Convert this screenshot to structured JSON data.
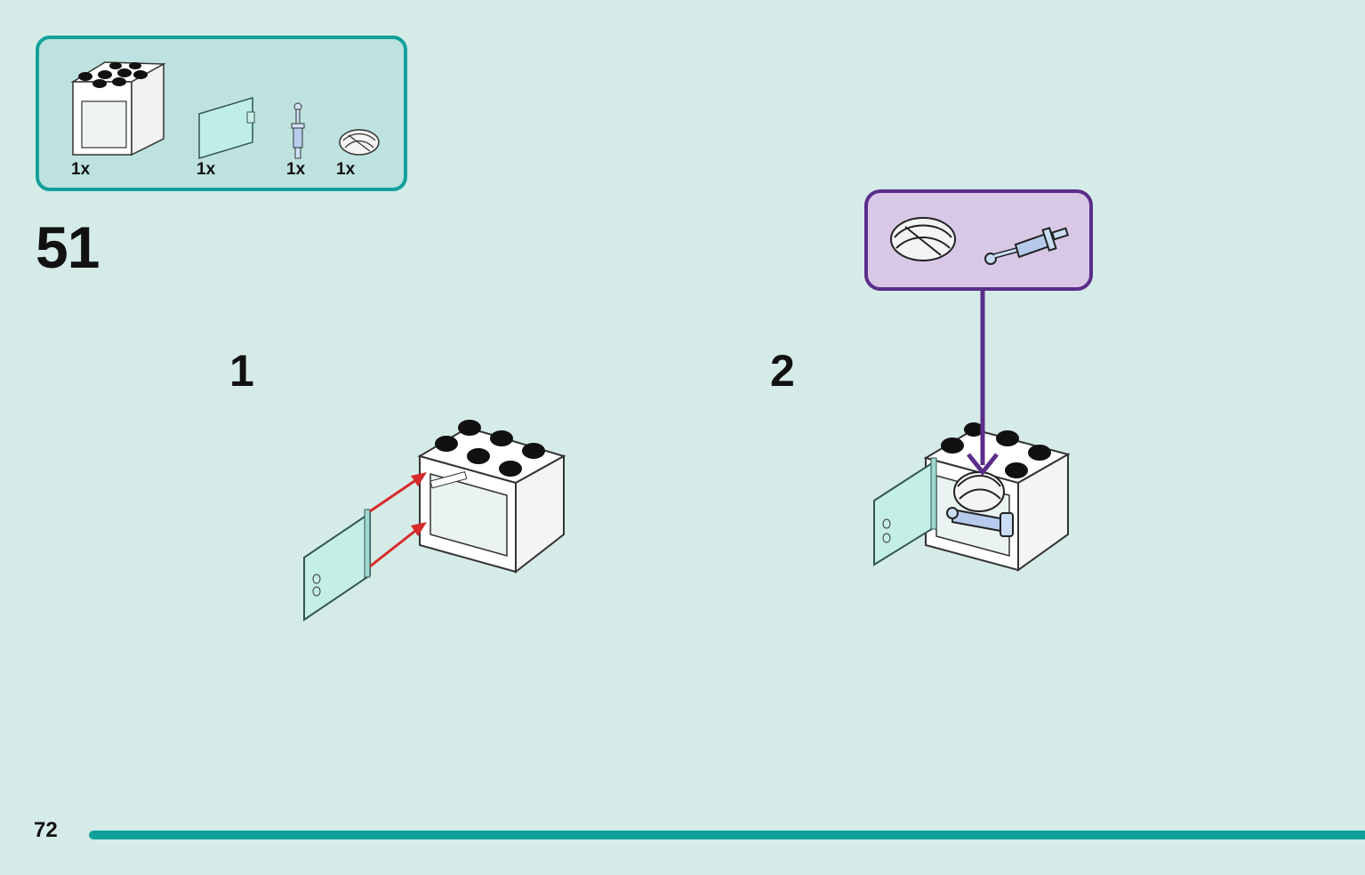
{
  "parts_list": {
    "items": [
      {
        "name": "cupboard 2x3x2",
        "qty": "1x"
      },
      {
        "name": "transparent door",
        "qty": "1x"
      },
      {
        "name": "syringe",
        "qty": "1x"
      },
      {
        "name": "bandage wrap",
        "qty": "1x"
      }
    ]
  },
  "step": {
    "number": "51"
  },
  "substeps": [
    {
      "label": "1"
    },
    {
      "label": "2"
    }
  ],
  "page": {
    "number": "72"
  },
  "colors": {
    "background": "#d5ebe8",
    "accent_teal": "#13a09a",
    "callout_purple": "#5b2d8a",
    "arrow_red": "#d62b2b"
  }
}
